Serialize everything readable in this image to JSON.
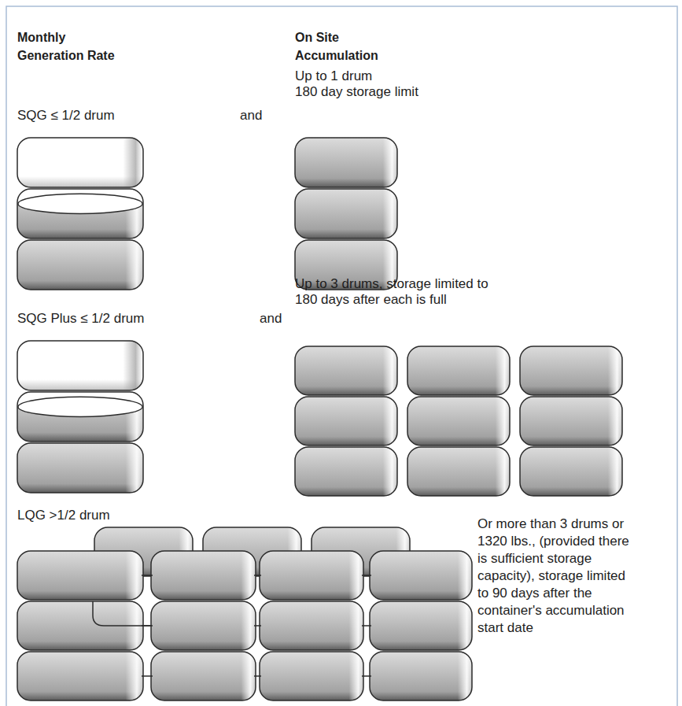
{
  "diagram": {
    "labels": [
      "Monthly Generation Rate",
      "On Site Accumulation",
      "SQG ≤ 1/2 drum",
      "and",
      "Up to 1 drum",
      "180 day storage limit",
      "SQG Plus ≤ 1/2 drum",
      "and",
      "Up to 3 drums, storage limited to 180 days after each is full",
      "LQG >1/2 drum",
      "Or more than 3 drums or 1320 lbs., (provided there is sufficient storage capacity), storage limited to 90 days after the container's accumulation start date"
    ]
  }
}
